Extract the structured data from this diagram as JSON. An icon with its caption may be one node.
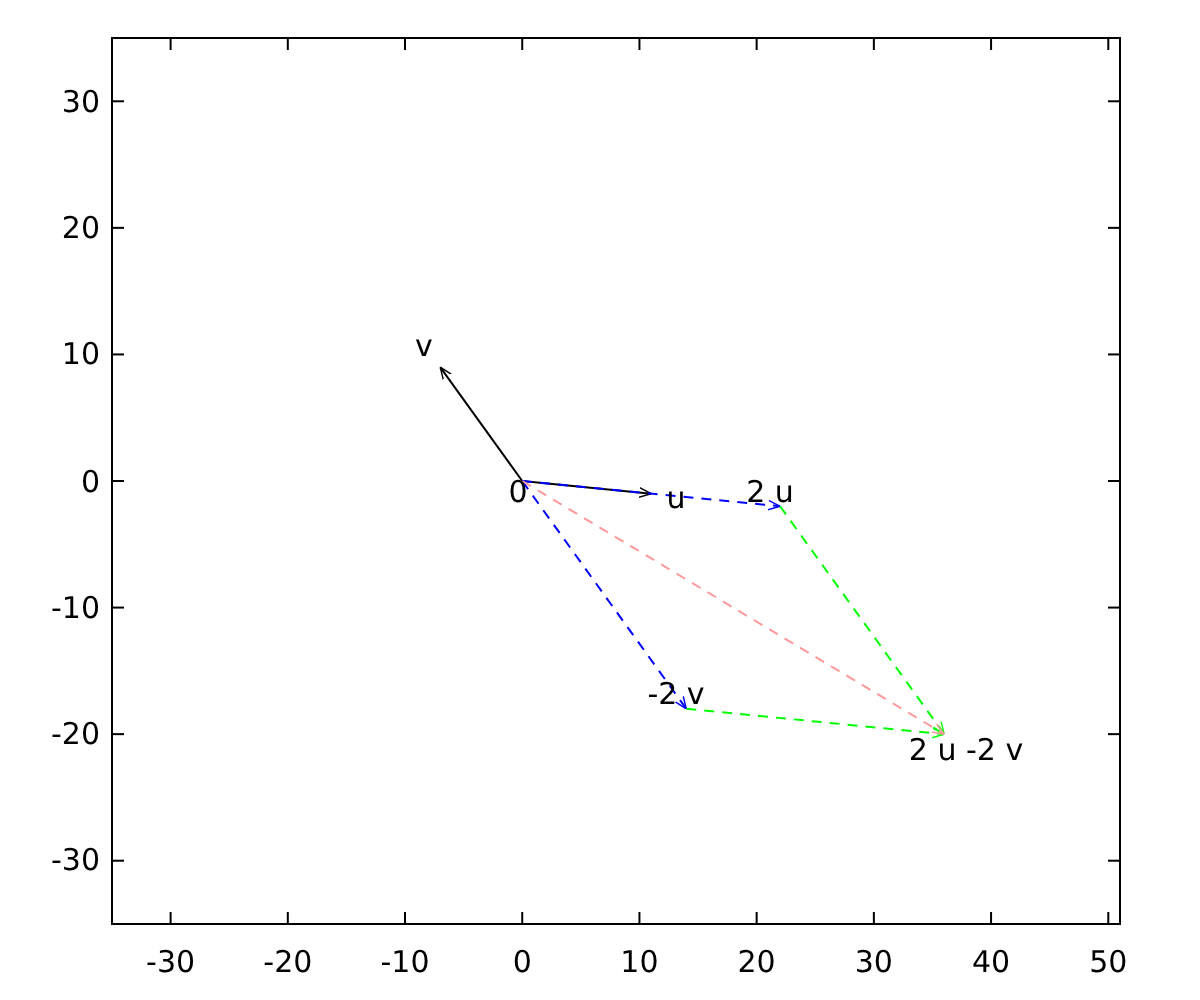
{
  "diagram": {
    "nodes": [
      {
        "text": [
          "0"
        ]
      },
      {
        "text": [
          "v"
        ]
      },
      {
        "text": [
          "u"
        ]
      },
      {
        "text": [
          "2 u"
        ]
      },
      {
        "text": [
          "-2 v"
        ]
      },
      {
        "text": [
          "2 u -2 v"
        ]
      }
    ],
    "edges": [
      {
        "from": 0,
        "to": 2,
        "arrow": "to"
      },
      {
        "from": 0,
        "to": 1,
        "arrow": "to"
      },
      {
        "from": 0,
        "to": 3,
        "arrow": "to",
        "style": "dashed",
        "color": "#0000ff"
      },
      {
        "from": 0,
        "to": 4,
        "arrow": "to",
        "style": "dashed",
        "color": "#0000ff"
      },
      {
        "from": 3,
        "to": 5,
        "arrow": "to",
        "style": "dashed",
        "color": "#00ff00"
      },
      {
        "from": 4,
        "to": 5,
        "arrow": "to",
        "style": "dashed",
        "color": "#00ff00"
      },
      {
        "from": 0,
        "to": 5,
        "arrow": "to",
        "style": "dashed",
        "color": "#ff9999"
      }
    ],
    "labels": [
      "30",
      "20",
      "10",
      "0",
      "-10",
      "-20",
      "-30",
      "-30",
      "-20",
      "-10",
      "0",
      "10",
      "20",
      "30",
      "40",
      "50"
    ]
  }
}
